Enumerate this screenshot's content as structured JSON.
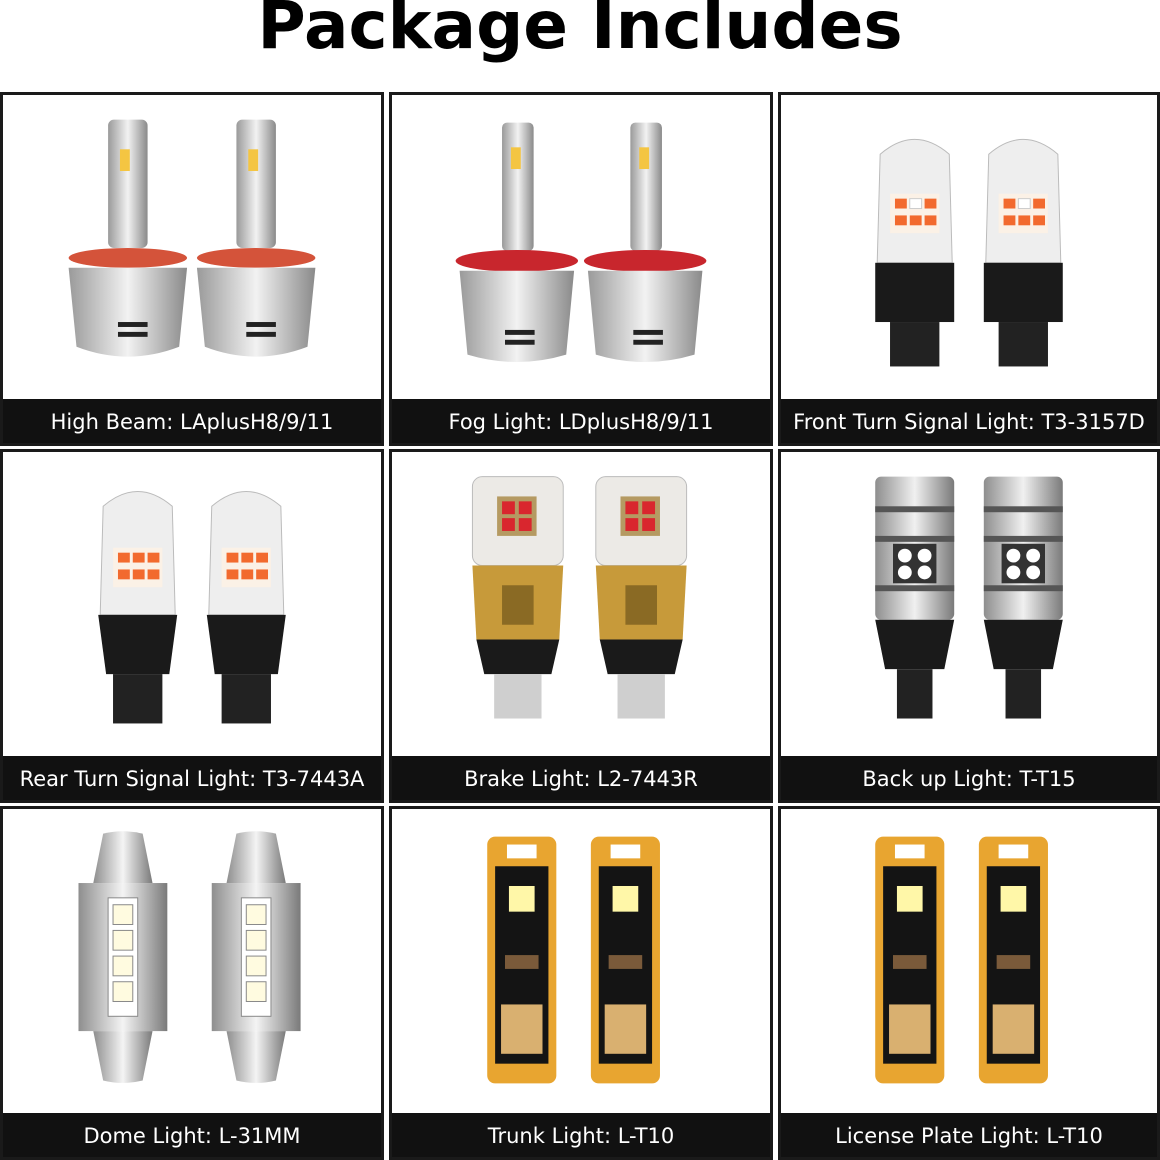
{
  "title": "Package Includes",
  "items": [
    {
      "label": "High Beam: LAplusH8/9/11",
      "icon": "headlight-bulb-icon",
      "ring": "#d4533a"
    },
    {
      "label": "Fog Light: LDplusH8/9/11",
      "icon": "fog-bulb-icon",
      "ring": "#c8262d"
    },
    {
      "label": "Front Turn Signal Light: T3-3157D",
      "icon": "turn-signal-bulb-icon",
      "led": "#f26a2e"
    },
    {
      "label": "Rear Turn Signal Light: T3-7443A",
      "icon": "turn-signal-bulb-icon",
      "led": "#f26a2e"
    },
    {
      "label": "Brake Light: L2-7443R",
      "icon": "brake-bulb-icon",
      "led": "#d9262e"
    },
    {
      "label": "Back up  Light: T-T15",
      "icon": "backup-bulb-icon",
      "led": "#ffffff"
    },
    {
      "label": "Dome Light: L-31MM",
      "icon": "festoon-bulb-icon",
      "led": "#ffffff"
    },
    {
      "label": "Trunk Light: L-T10",
      "icon": "t10-bulb-icon",
      "led": "#ffffff"
    },
    {
      "label": "License Plate Light: L-T10",
      "icon": "t10-bulb-icon",
      "led": "#ffffff"
    }
  ]
}
